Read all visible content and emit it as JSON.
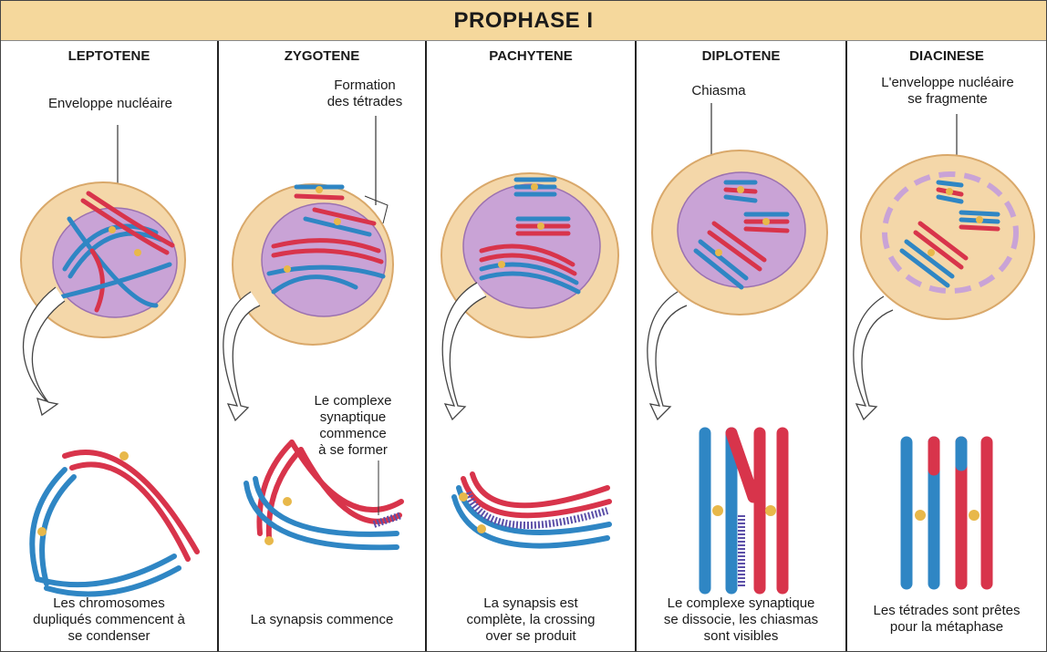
{
  "title": "PROPHASE I",
  "stages": [
    {
      "name": "LEPTOTENE",
      "label": "Enveloppe nucléaire",
      "caption": [
        "Les chromosomes",
        "dupliqués commencent à",
        "se condenser"
      ]
    },
    {
      "name": "ZYGOTENE",
      "label": [
        "Formation",
        "des tétrades"
      ],
      "label2": [
        "Le complexe",
        "synaptique",
        "commence",
        "à se former"
      ],
      "caption": [
        "La synapsis commence"
      ]
    },
    {
      "name": "PACHYTENE",
      "caption": [
        "La synapsis est",
        "complète, la crossing",
        "over se produit"
      ]
    },
    {
      "name": "DIPLOTENE",
      "label": "Chiasma",
      "caption": [
        "Le complexe synaptique",
        "se dissocie, les chiasmas",
        "sont visibles"
      ]
    },
    {
      "name": "DIACINESE",
      "label": [
        "L'enveloppe nucléaire",
        "se fragmente"
      ],
      "caption": [
        "Les tétrades sont prêtes",
        "pour la métaphase"
      ]
    }
  ],
  "colors": {
    "banner": "#f5d89c",
    "cell": "#f4d7a9",
    "nucleus": "#c9a3d6",
    "blue": "#2f86c4",
    "red": "#d8344b",
    "chiasma": "#e8b84a"
  }
}
